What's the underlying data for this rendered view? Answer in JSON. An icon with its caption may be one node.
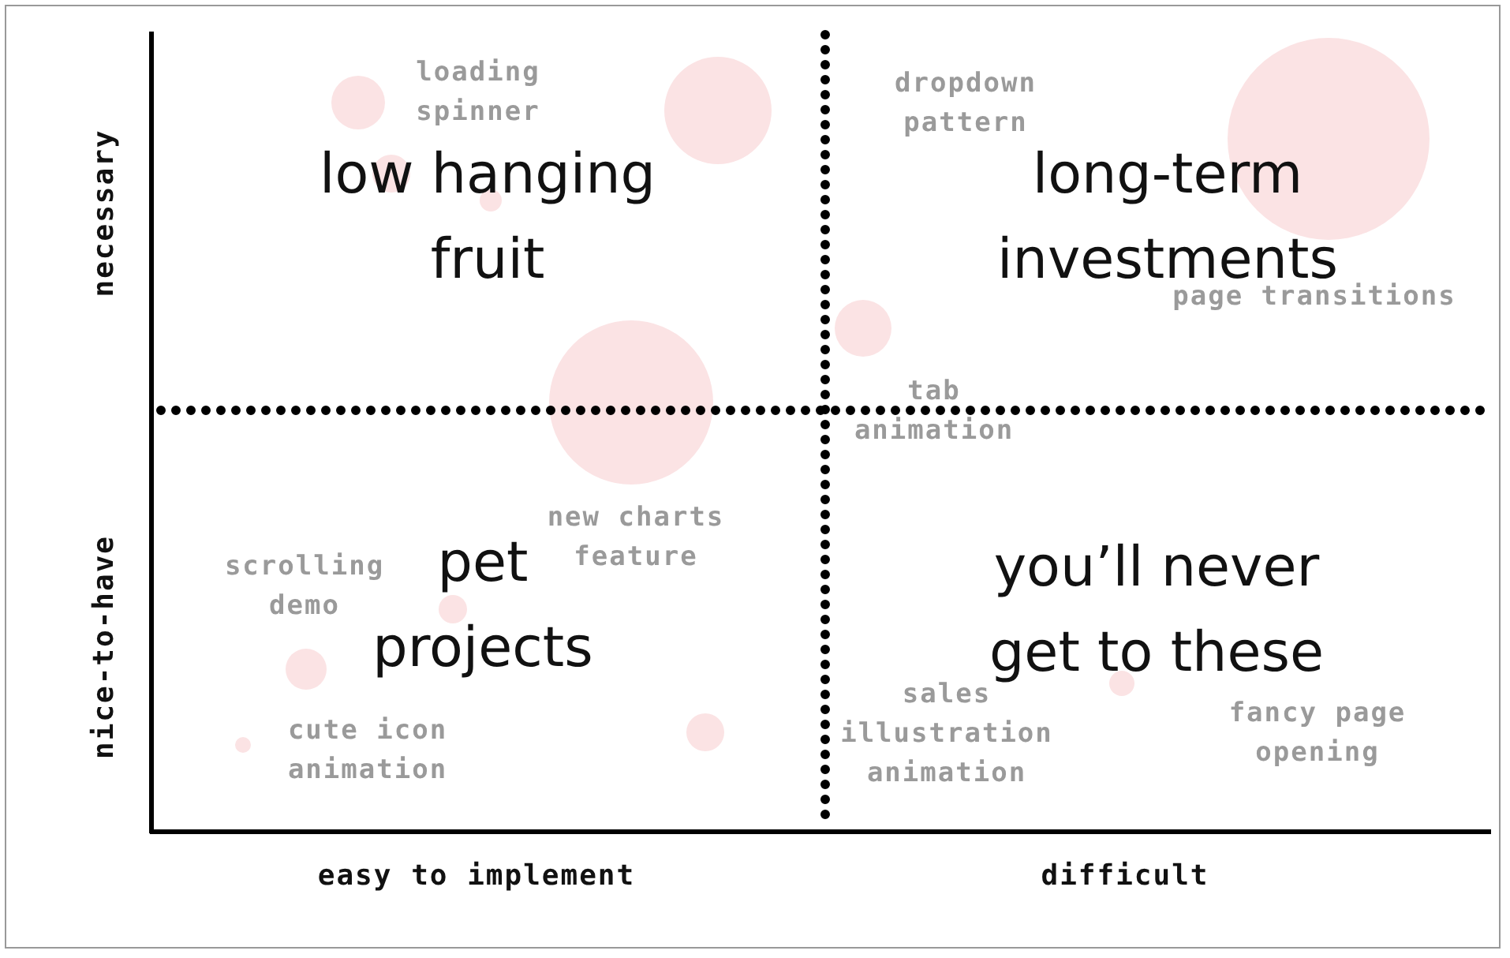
{
  "diagram": {
    "labels": [
      "necessary",
      "low hanging fruit",
      "loading spinner",
      "dropdown pattern",
      "long-term investments",
      "page transitions",
      "tab animation",
      "nice-to-have",
      "pet projects",
      "new charts feature",
      "scrolling demo",
      "cute icon animation",
      "sales illustration animation",
      "you’ll never get to these",
      "fancy page opening",
      "easy to implement",
      "difficult"
    ]
  }
}
